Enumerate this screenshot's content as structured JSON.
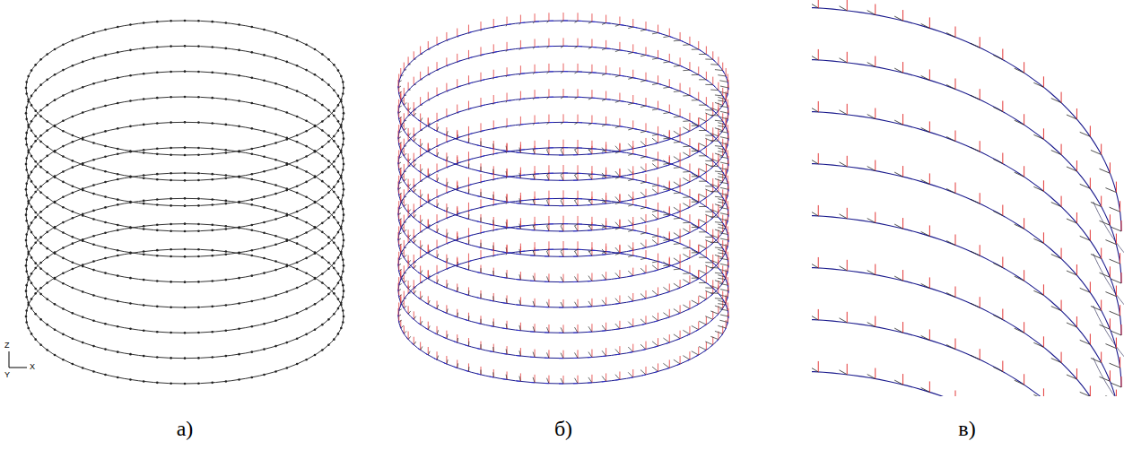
{
  "diagram": {
    "labels": [
      "Z",
      "X",
      "Y",
      "а)",
      "б)",
      "в)"
    ]
  }
}
